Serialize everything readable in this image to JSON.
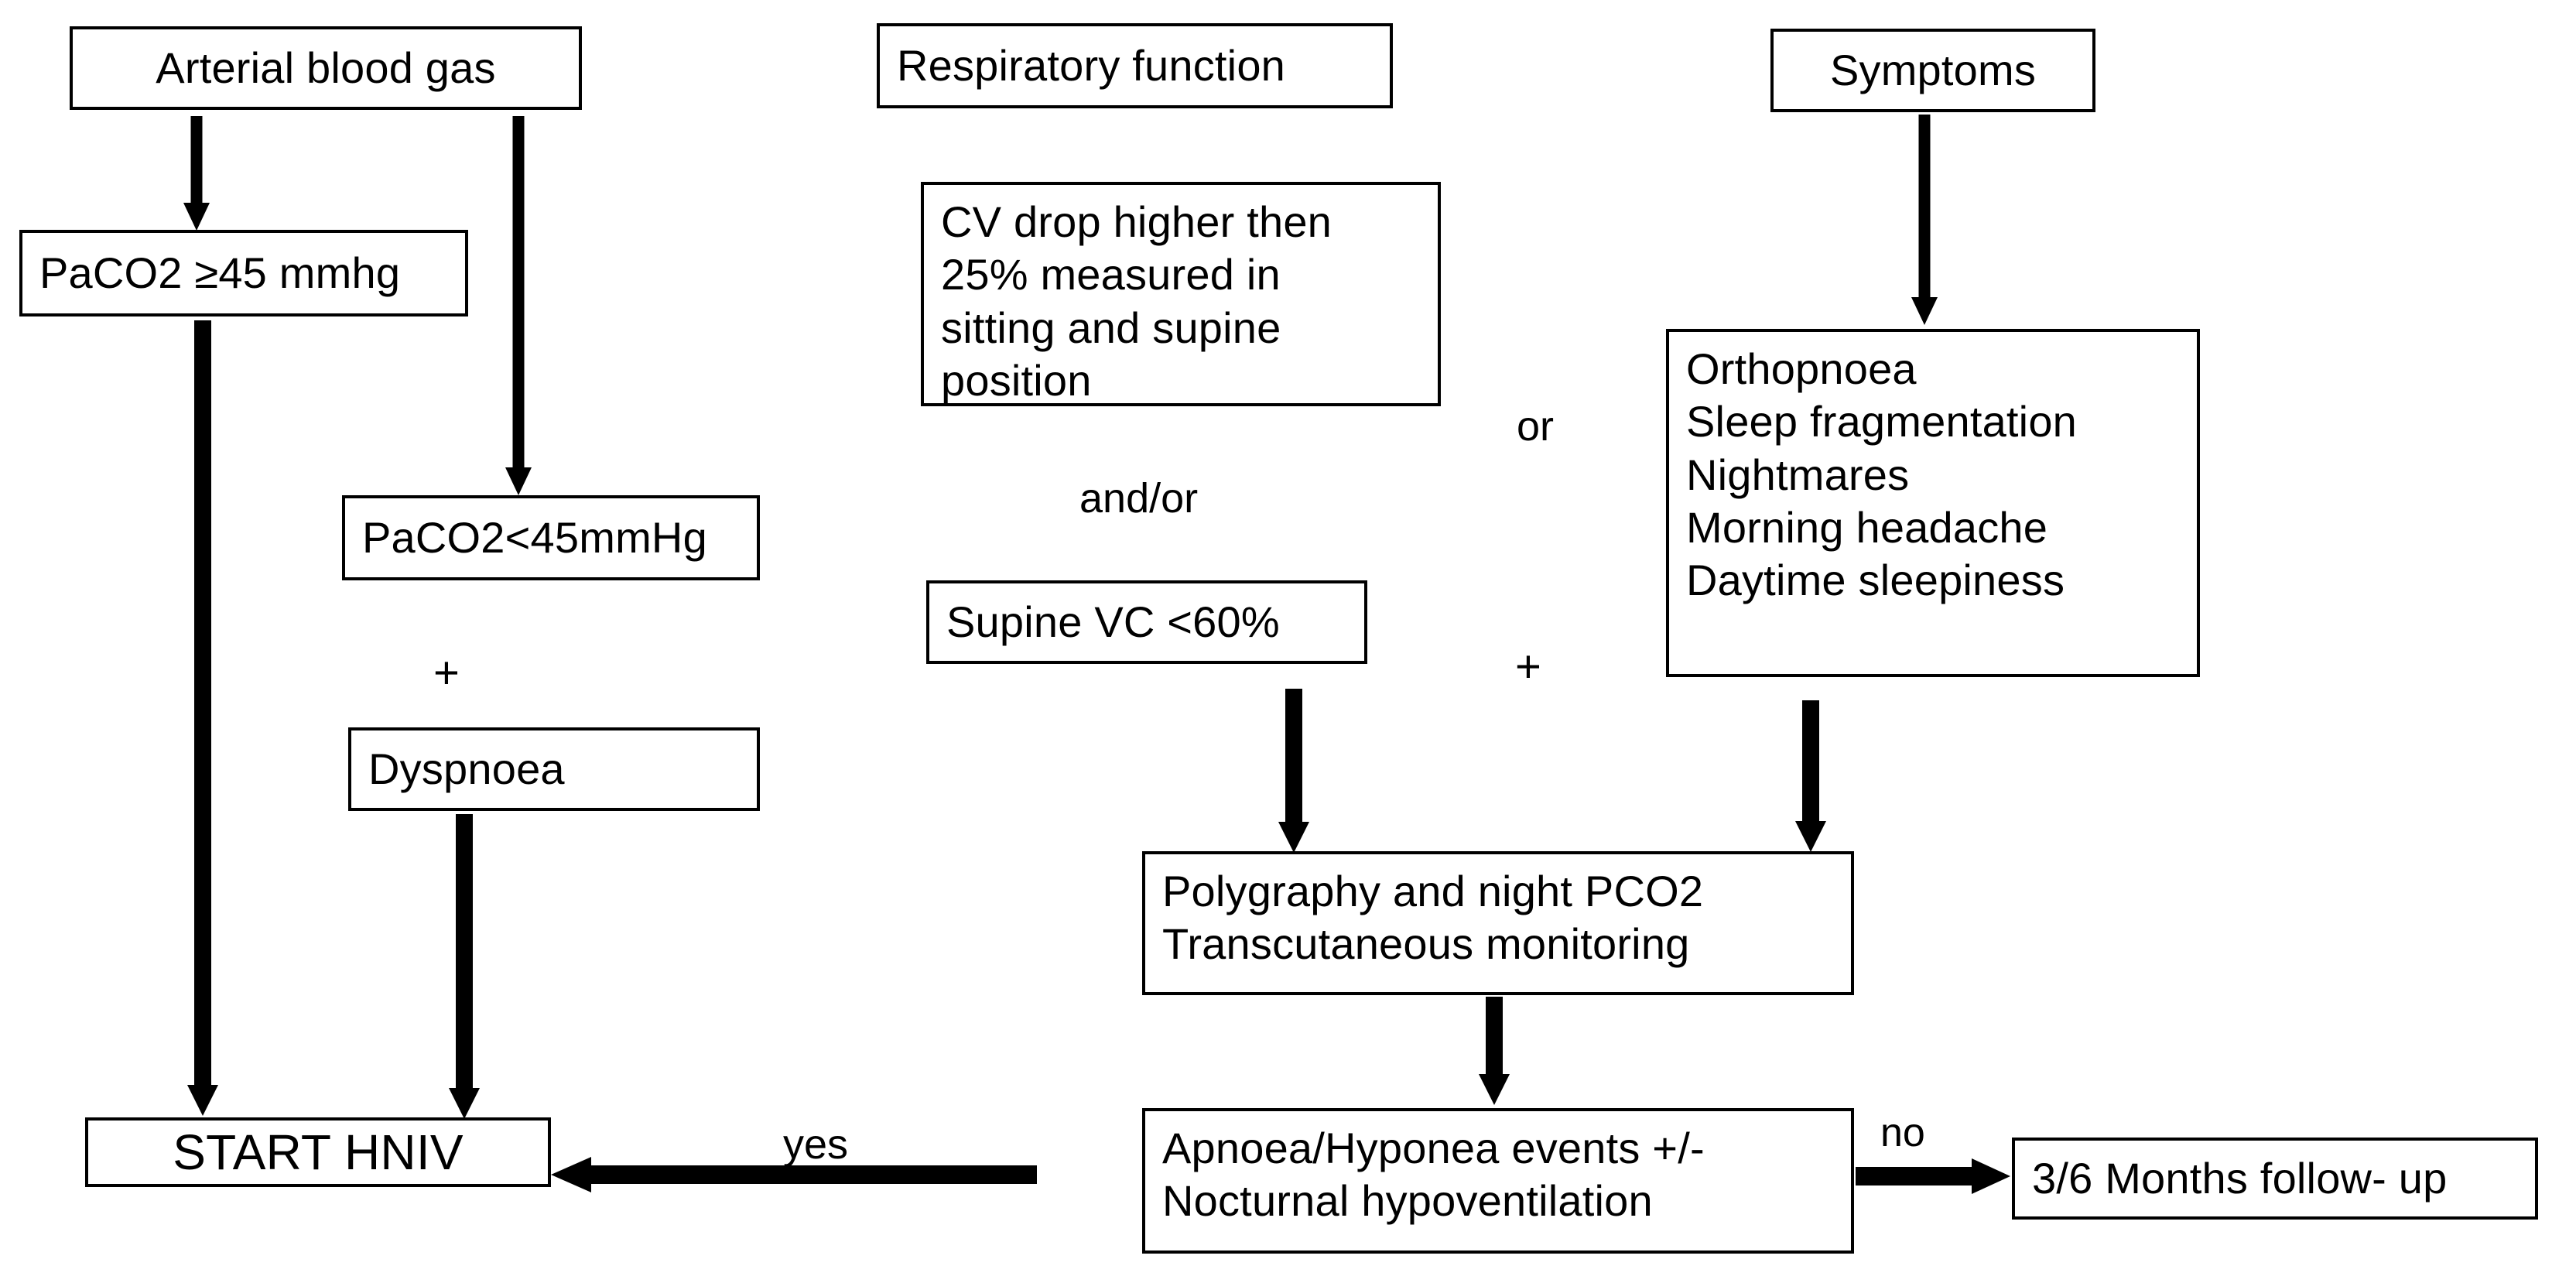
{
  "diagram": {
    "title": "HNIV initiation decision flowchart",
    "stroke_color": "#000000",
    "background_color": "#ffffff"
  },
  "nodes": {
    "arterial_blood_gas": "Arterial blood gas",
    "paco2_high": "PaCO2 ≥45 mmhg",
    "paco2_low": "PaCO2<45mmHg",
    "dyspnoea": "Dyspnoea",
    "respiratory_function": "Respiratory function",
    "cv_drop": "CV drop higher then\n25% measured in\nsitting and supine\nposition",
    "supine_vc": "Supine VC <60%",
    "symptoms": "Symptoms",
    "symptom_list": "Orthopnoea\nSleep fragmentation\nNightmares\nMorning headache\nDaytime sleepiness",
    "polygraphy": "Polygraphy and night PCO2\nTranscutaneous monitoring",
    "apnoea_events": "Apnoea/Hyponea events +/-\nNocturnal hypoventilation",
    "start_hniv": "START HNIV",
    "follow_up": "3/6 Months follow- up"
  },
  "connector_labels": {
    "plus_left": "+",
    "and_or": "and/or",
    "or": "or",
    "plus_right": "+",
    "yes": "yes",
    "no": "no"
  }
}
